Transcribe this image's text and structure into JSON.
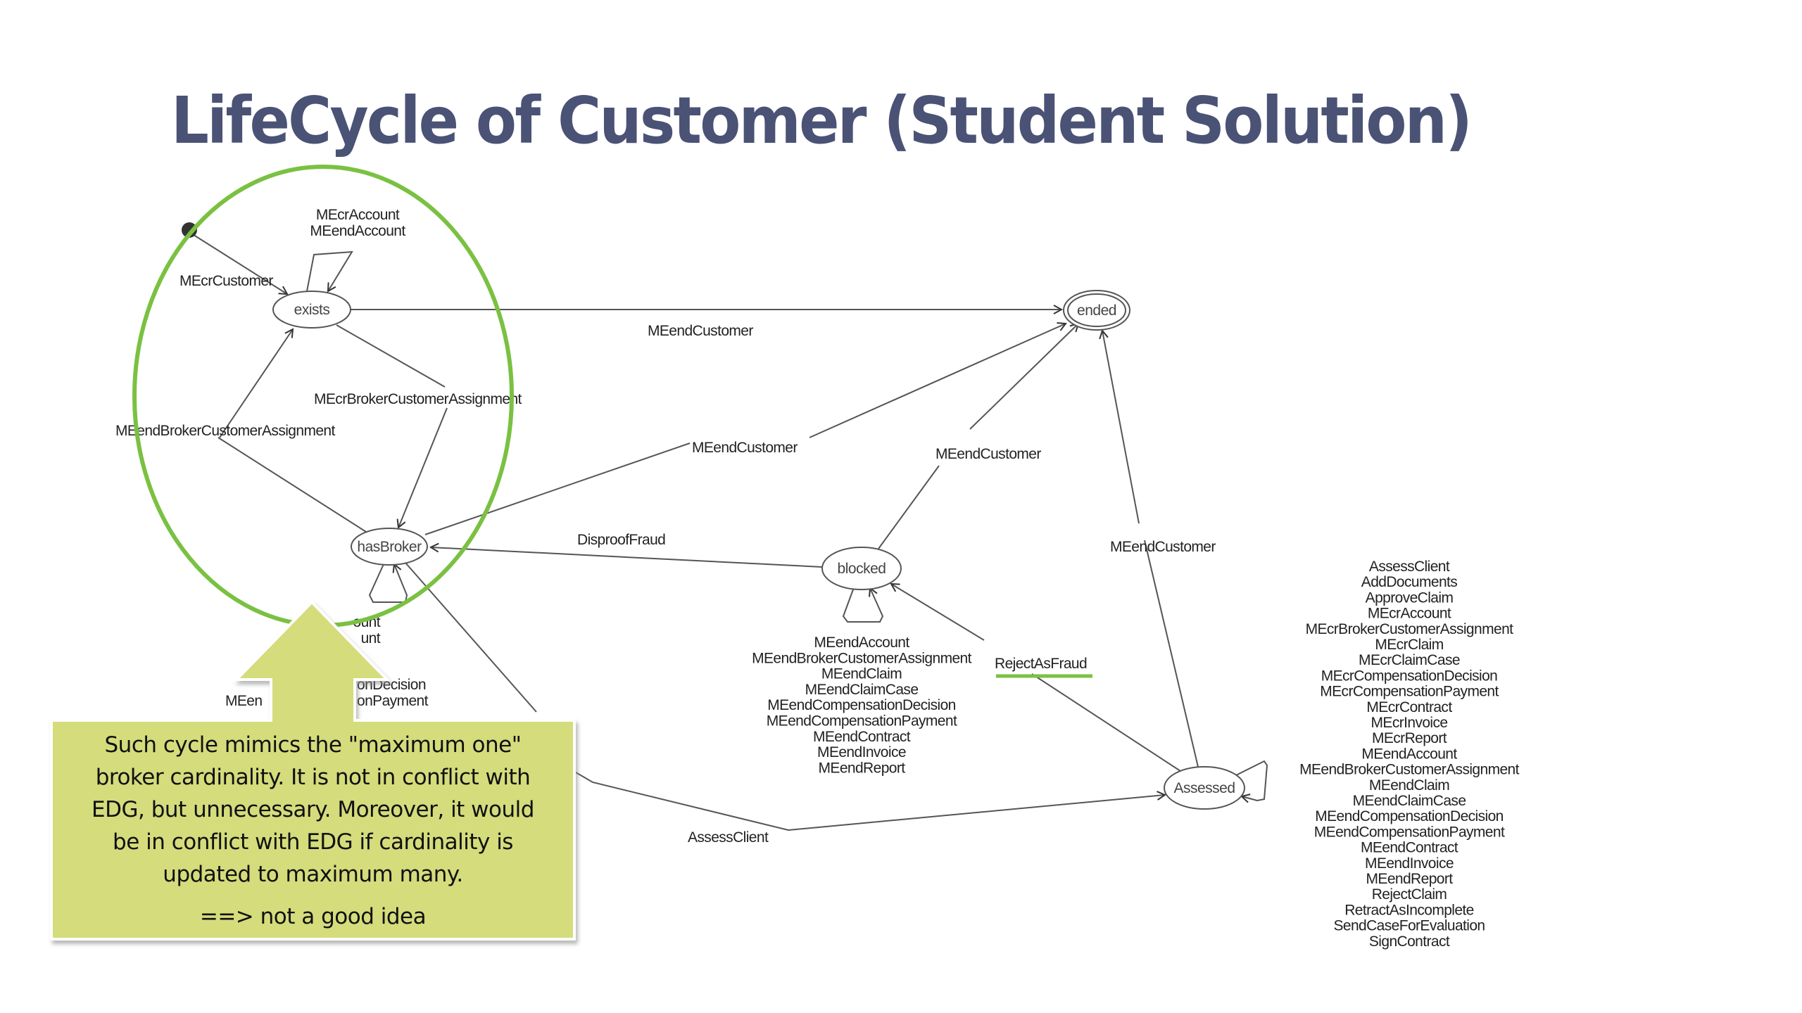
{
  "slide": {
    "title": "LifeCycle of Customer (Student Solution)"
  },
  "colors": {
    "title": "#4a5275",
    "highlight_ellipse": "#7ac142",
    "callout_fill": "#d4dc7c",
    "underline": "#7ac142",
    "edge": "#555555"
  },
  "diagram": {
    "states": {
      "exists": "exists",
      "ended": "ended",
      "hasBroker": "hasBroker",
      "blocked": "blocked",
      "assessed": "Assessed"
    },
    "edges": {
      "initial_to_exists": "MEcrCustomer",
      "exists_self": [
        "MEcrAccount",
        "MEendAccount"
      ],
      "exists_to_ended": "MEendCustomer",
      "exists_to_hasBroker": "MEcrBrokerCustomerAssignment",
      "hasBroker_to_exists": "MEendBrokerCustomerAssignment",
      "hasBroker_to_ended": "MEendCustomer",
      "blocked_to_ended": "MEendCustomer",
      "assessed_to_ended": "MEendCustomer",
      "blocked_to_hasBroker": "DisproofFraud",
      "assessed_to_blocked": "RejectAsFraud",
      "hasBroker_to_assessed": "AssessClient",
      "hasBroker_self_visible": [
        "ount",
        "unt",
        "onDecision",
        "onPayment",
        "MEen",
        "MEen"
      ],
      "blocked_self": [
        "MEendAccount",
        "MEendBrokerCustomerAssignment",
        "MEendClaim",
        "MEendClaimCase",
        "MEendCompensationDecision",
        "MEendCompensationPayment",
        "MEendContract",
        "MEendInvoice",
        "MEendReport"
      ],
      "assessed_self": [
        "AssessClient",
        "AddDocuments",
        "ApproveClaim",
        "MEcrAccount",
        "MEcrBrokerCustomerAssignment",
        "MEcrClaim",
        "MEcrClaimCase",
        "MEcrCompensationDecision",
        "MEcrCompensationPayment",
        "MEcrContract",
        "MEcrInvoice",
        "MEcrReport",
        "MEendAccount",
        "MEendBrokerCustomerAssignment",
        "MEendClaim",
        "MEendClaimCase",
        "MEendCompensationDecision",
        "MEendCompensationPayment",
        "MEendContract",
        "MEendInvoice",
        "MEendReport",
        "RejectClaim",
        "RetractAsIncomplete",
        "SendCaseForEvaluation",
        "SignContract"
      ]
    }
  },
  "callout": {
    "lines": [
      "Such cycle mimics the \"maximum one\"",
      "broker cardinality. It is not in conflict with",
      "EDG, but unnecessary.  Moreover,  it would",
      "be in conflict with EDG if cardinality is",
      "updated to maximum many."
    ],
    "conclusion": "==> not a good idea"
  }
}
